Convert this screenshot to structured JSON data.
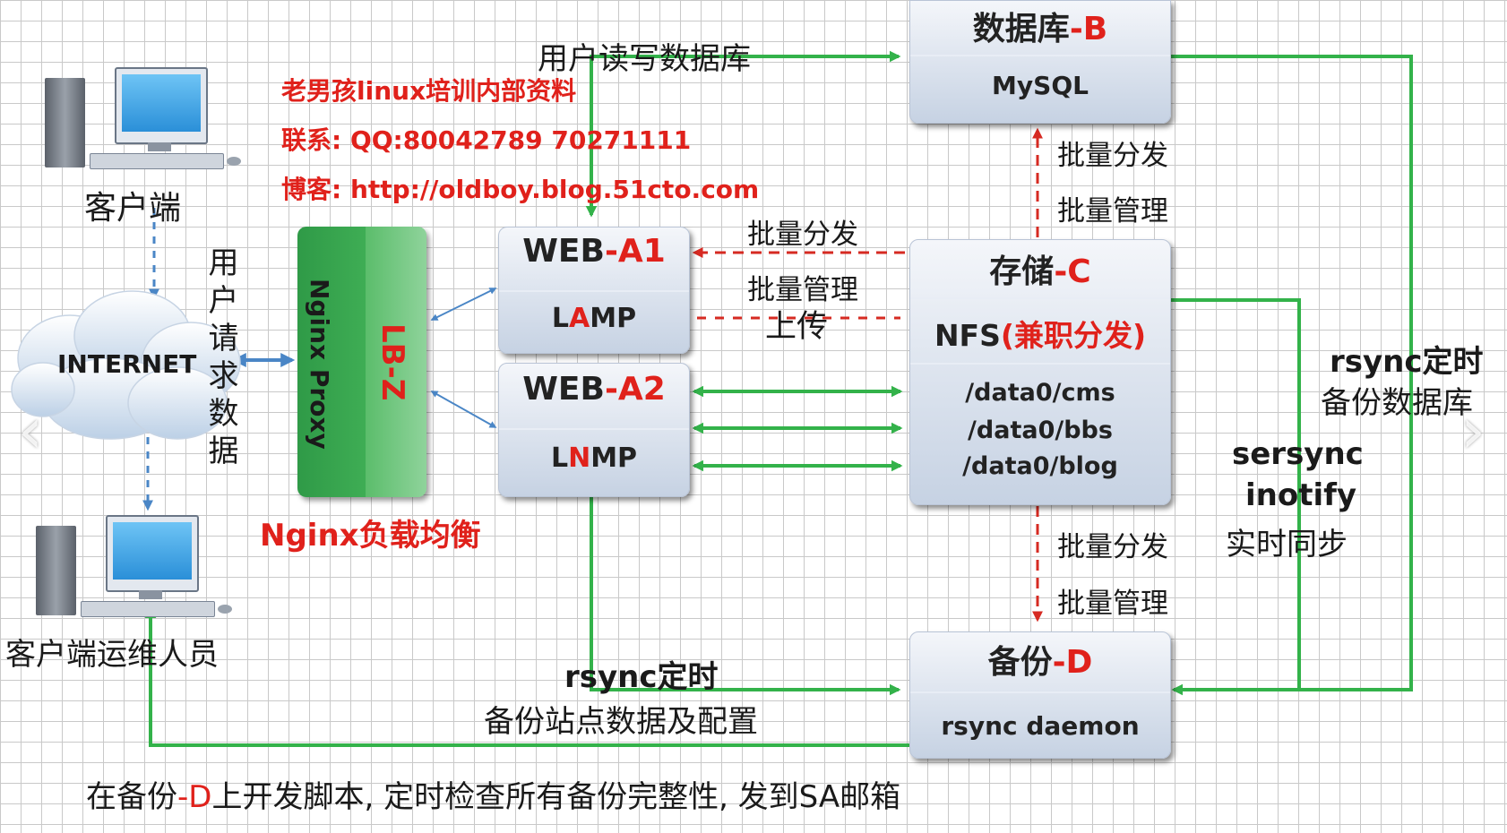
{
  "watermark": {
    "line1": "老男孩linux培训内部资料",
    "line2": "联系: QQ:80042789 70271111",
    "line3": "博客: http://oldboy.blog.51cto.com"
  },
  "clients": {
    "client_label": "客户端",
    "ops_label": "客户端运维人员",
    "internet_label": "INTERNET",
    "user_request_label": "用户请求数据"
  },
  "lb": {
    "proxy_label": "Nginx Proxy",
    "name": "LB-Z",
    "caption": "Nginx负载均衡"
  },
  "web_a1": {
    "name_prefix": "WEB",
    "name_suffix": "-A1",
    "stack_l": "L",
    "stack_a": "A",
    "stack_rest": "MP"
  },
  "web_a2": {
    "name_prefix": "WEB",
    "name_suffix": "-A2",
    "stack_l": "L",
    "stack_n": "N",
    "stack_rest": "MP"
  },
  "db_b": {
    "name_prefix": "数据库",
    "name_suffix": "-B",
    "service": "MySQL"
  },
  "storage_c": {
    "name_prefix": "存储",
    "name_suffix": "-C",
    "service_prefix": "NFS",
    "service_suffix": "(兼职分发)",
    "paths": [
      "/data0/cms",
      "/data0/bbs",
      "/data0/blog"
    ]
  },
  "backup_d": {
    "name_prefix": "备份",
    "name_suffix": "-D",
    "service": "rsync daemon"
  },
  "labels": {
    "user_rw_db": "用户读写数据库",
    "batch_dist": "批量分发",
    "batch_mgmt": "批量管理",
    "upload": "上传",
    "rsync_db_1": "rsync定时",
    "rsync_db_2": "备份数据库",
    "sersync": "sersync",
    "inotify": "inotify",
    "realtime_sync": "实时同步",
    "rsync_site_1": "rsync定时",
    "rsync_site_2": "备份站点数据及配置"
  },
  "footer": {
    "part1": "在备份",
    "part2": "-D",
    "part3": "上开发脚本, 定时检查所有备份完整性, 发到SA邮箱"
  },
  "colors": {
    "accent_red": "#e0211b",
    "arrow_green": "#33b24a",
    "arrow_blue": "#4a86c6",
    "box_blue": "#c6d2e3",
    "lb_green": "#3fae55"
  },
  "icons": [
    "computer-icon",
    "cloud-icon",
    "chevron-left-icon",
    "chevron-right-icon"
  ]
}
